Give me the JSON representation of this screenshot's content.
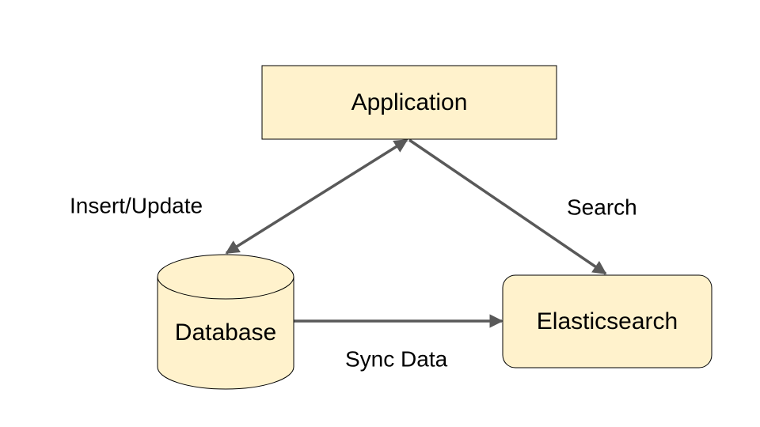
{
  "diagram": {
    "nodes": {
      "application": {
        "label": "Application",
        "shape": "rectangle"
      },
      "database": {
        "label": "Database",
        "shape": "cylinder"
      },
      "elasticsearch": {
        "label": "Elasticsearch",
        "shape": "rounded-rectangle"
      }
    },
    "edges": {
      "insert_update": {
        "label": "Insert/Update",
        "from": "application",
        "to": "database",
        "direction": "both"
      },
      "search": {
        "label": "Search",
        "from": "application",
        "to": "elasticsearch",
        "direction": "forward"
      },
      "sync_data": {
        "label": "Sync Data",
        "from": "database",
        "to": "elasticsearch",
        "direction": "forward"
      }
    },
    "colors": {
      "node_fill": "#fff2cc",
      "node_stroke": "#000000",
      "edge_stroke": "#595959",
      "text": "#000000"
    }
  }
}
